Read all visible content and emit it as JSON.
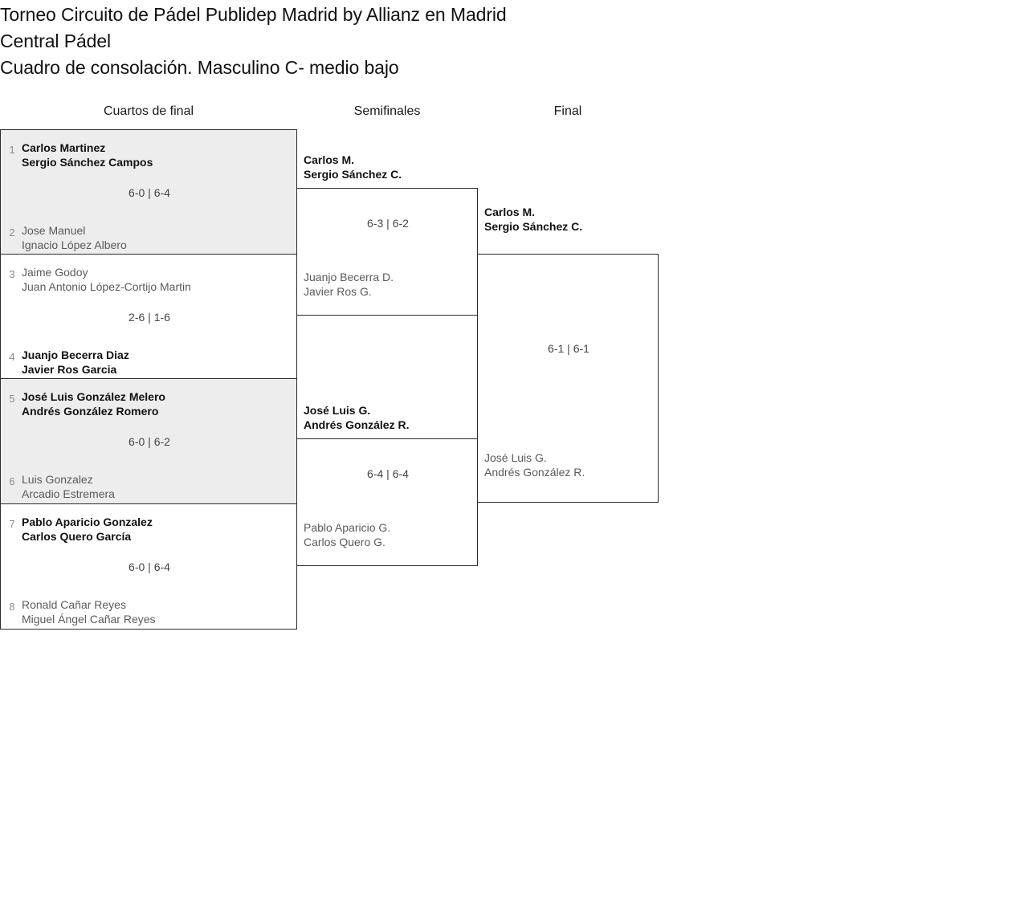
{
  "title": {
    "line1": "Torneo Circuito de Pádel Publidep Madrid by Allianz en Madrid",
    "line2": "Central Pádel",
    "line3": "Cuadro de consolación. Masculino C- medio bajo"
  },
  "rounds": [
    {
      "label": "Cuartos de final"
    },
    {
      "label": "Semifinales"
    },
    {
      "label": "Final"
    }
  ],
  "bracket": {
    "quarterfinals": [
      {
        "shaded": true,
        "top": {
          "seed": "1",
          "p1": "Carlos Martinez",
          "p2": "Sergio Sánchez Campos",
          "winner": true
        },
        "bottom": {
          "seed": "2",
          "p1": "Jose Manuel",
          "p2": "Ignacio López Albero",
          "winner": false
        },
        "score": "6-0 | 6-4"
      },
      {
        "shaded": false,
        "top": {
          "seed": "3",
          "p1": "Jaime Godoy",
          "p2": "Juan Antonio López-Cortijo Martin",
          "winner": false
        },
        "bottom": {
          "seed": "4",
          "p1": "Juanjo Becerra Diaz",
          "p2": "Javier Ros Garcia",
          "winner": true
        },
        "score": "2-6 | 1-6"
      },
      {
        "shaded": true,
        "top": {
          "seed": "5",
          "p1": "José Luis González Melero",
          "p2": "Andrés González Romero",
          "winner": true
        },
        "bottom": {
          "seed": "6",
          "p1": "Luis Gonzalez",
          "p2": "Arcadio Estremera",
          "winner": false
        },
        "score": "6-0 | 6-2"
      },
      {
        "shaded": false,
        "top": {
          "seed": "7",
          "p1": "Pablo Aparicio Gonzalez",
          "p2": "Carlos Quero García",
          "winner": true
        },
        "bottom": {
          "seed": "8",
          "p1": "Ronald Cañar Reyes",
          "p2": "Miguel Ángel Cañar Reyes",
          "winner": false
        },
        "score": "6-0 | 6-4"
      }
    ],
    "semifinals": [
      {
        "top": {
          "p1": "Carlos M.",
          "p2": "Sergio Sánchez C.",
          "winner": true
        },
        "bottom": {
          "p1": "Juanjo Becerra D.",
          "p2": "Javier Ros G.",
          "winner": false
        },
        "score": "6-3 | 6-2"
      },
      {
        "top": {
          "p1": "José Luis G.",
          "p2": "Andrés González R.",
          "winner": true
        },
        "bottom": {
          "p1": "Pablo Aparicio G.",
          "p2": "Carlos Quero G.",
          "winner": false
        },
        "score": "6-4 | 6-4"
      }
    ],
    "final": [
      {
        "top": {
          "p1": "Carlos M.",
          "p2": "Sergio Sánchez C.",
          "winner": true
        },
        "bottom": {
          "p1": "José Luis G.",
          "p2": "Andrés González R.",
          "winner": false
        },
        "score": "6-1 | 6-1"
      }
    ]
  },
  "colors": {
    "shaded_row": "#ededed",
    "border": "#2b2b2b",
    "winner_text": "#111111",
    "loser_text": "#5a5a5a",
    "seed_text": "#8a8a8a",
    "score_text": "#444444"
  }
}
